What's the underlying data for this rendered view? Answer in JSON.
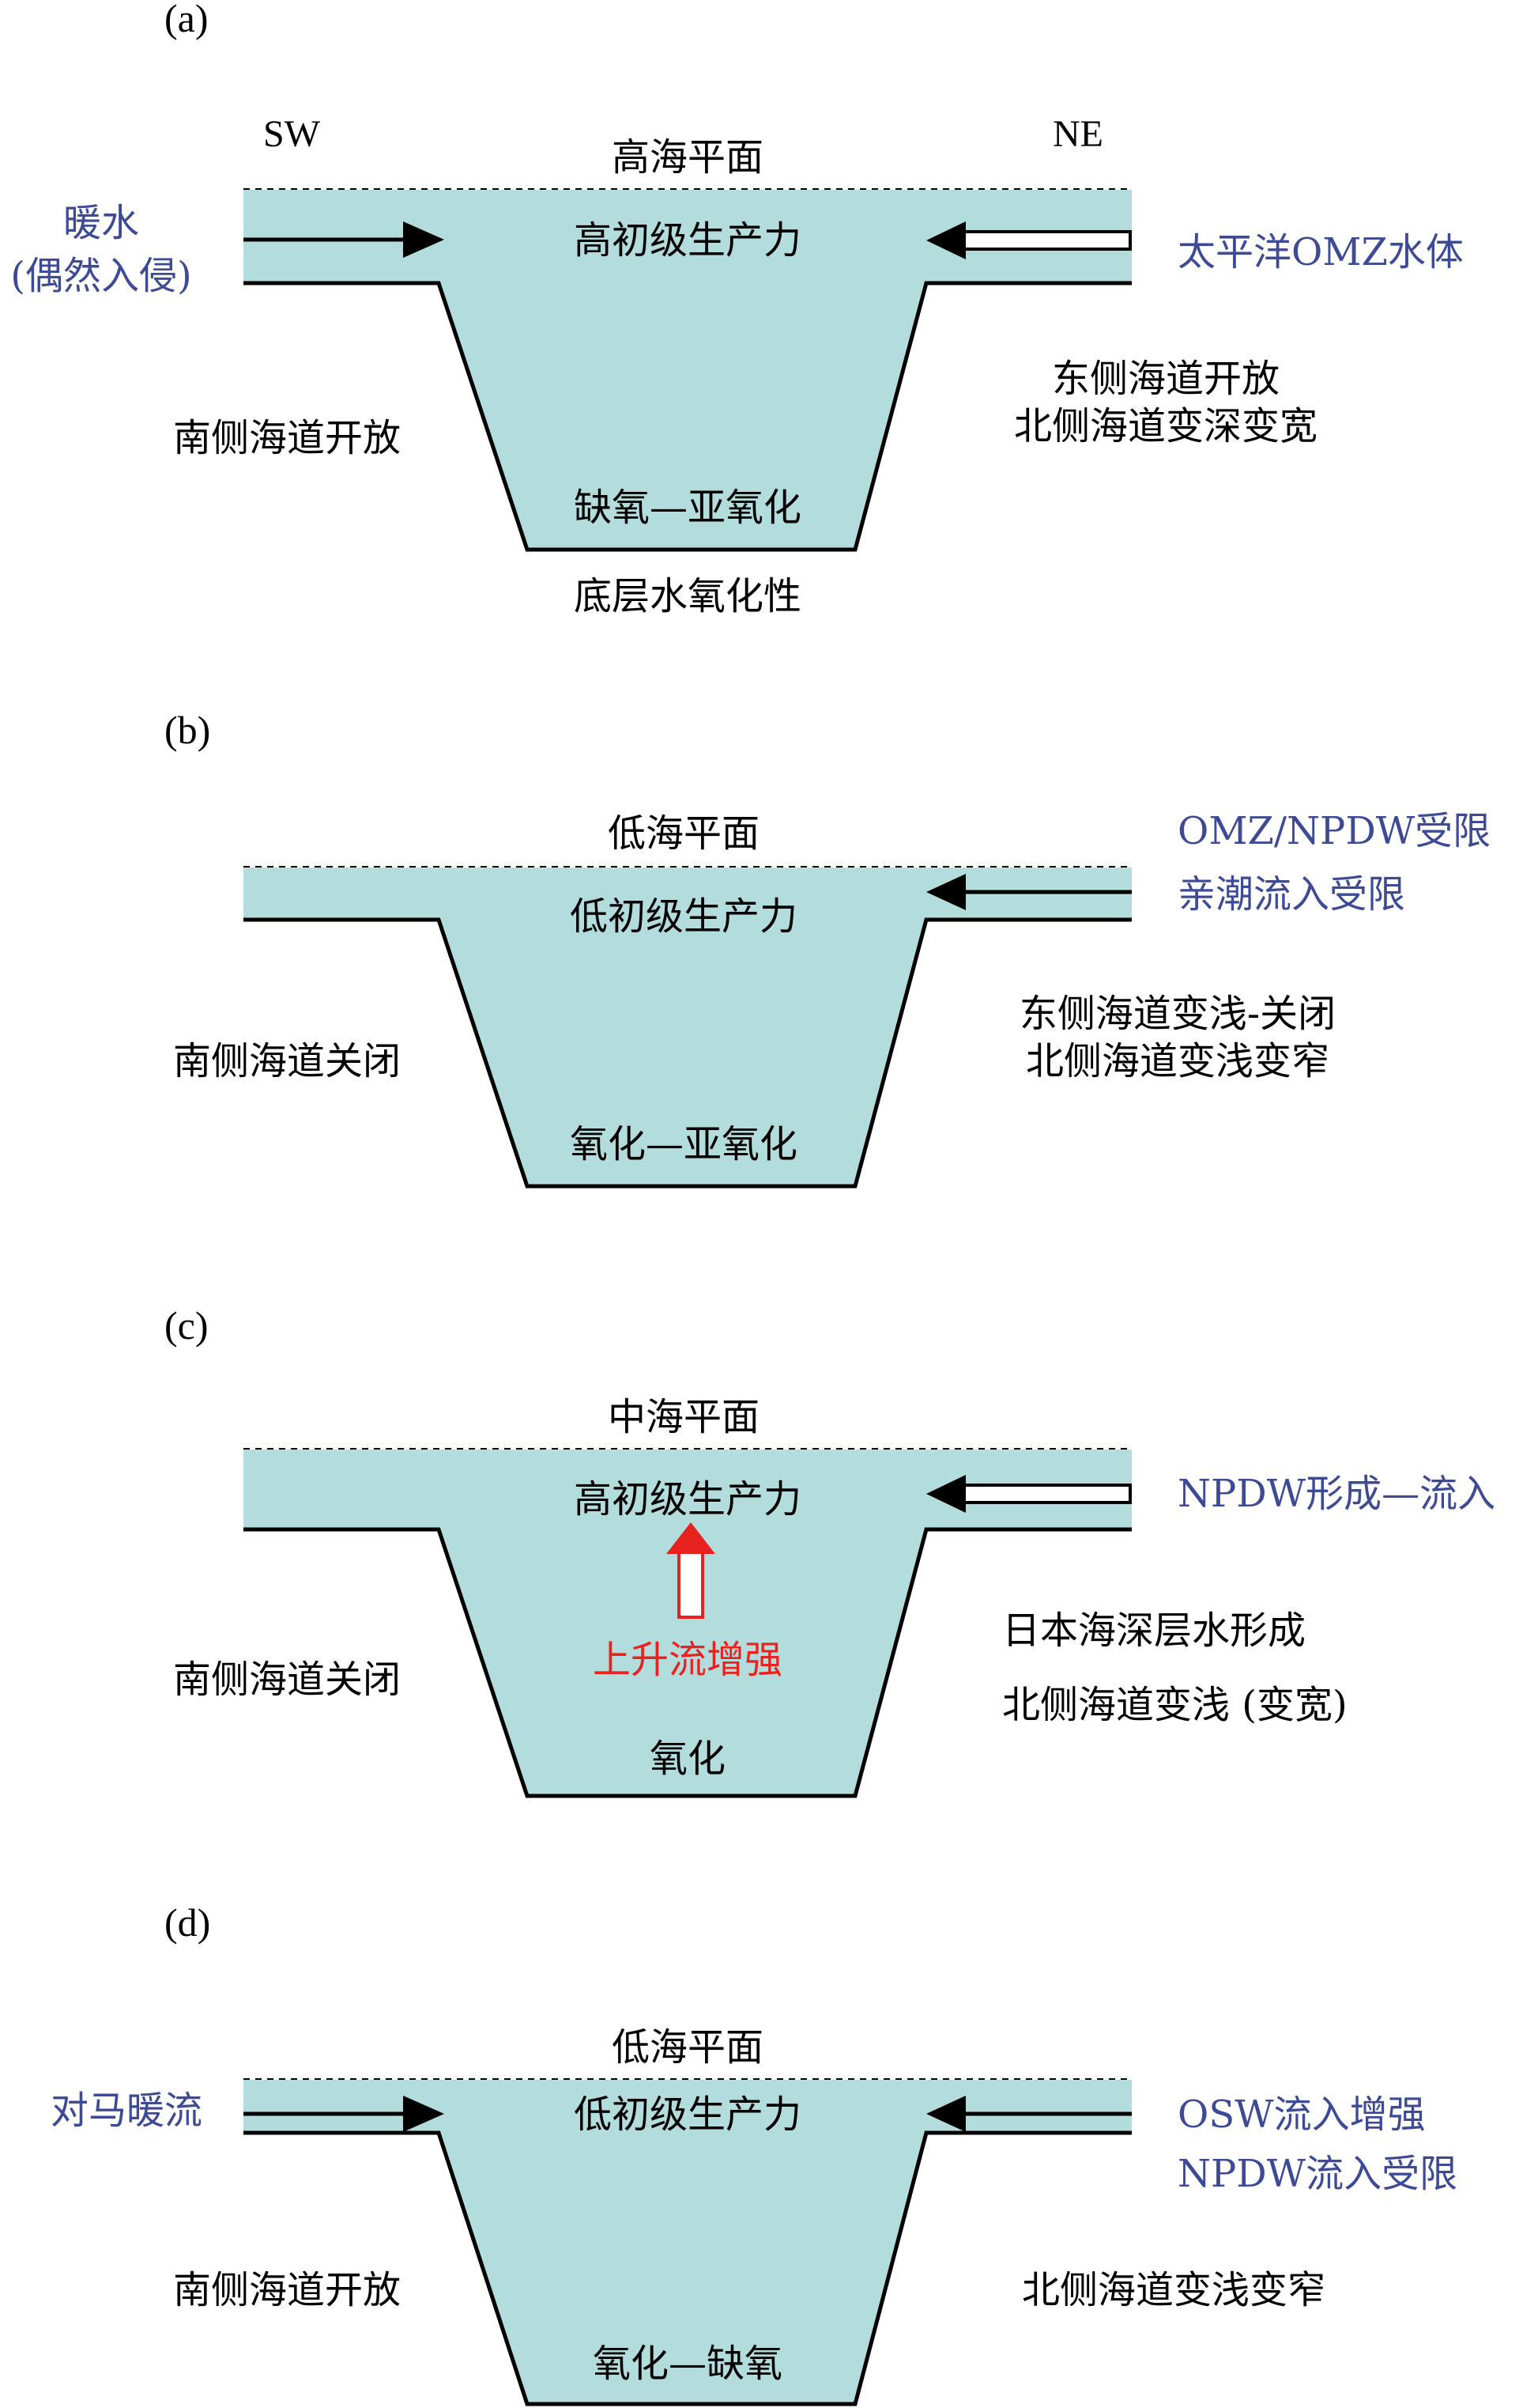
{
  "colors": {
    "water": "#b3dcdc",
    "ink": "#000000",
    "blue_text": "#3d4a96",
    "red": "#e8231f"
  },
  "directions": {
    "left": "SW",
    "right": "NE"
  },
  "panels": [
    {
      "letter": "(a)",
      "sea_level": "高海平面",
      "productivity": "高初级生产力",
      "basin_state": "缺氧—亚氧化",
      "bottom_note": "底层水氧化性",
      "left_inflow": [
        "暖水",
        "(偶然入侵)"
      ],
      "right_inflow": [
        "太平洋OMZ水体"
      ],
      "left_channel": "南侧海道开放",
      "right_channel": [
        "东侧海道开放",
        "北侧海道变深变宽"
      ]
    },
    {
      "letter": "(b)",
      "sea_level": "低海平面",
      "productivity": "低初级生产力",
      "basin_state": "氧化—亚氧化",
      "right_inflow": [
        "OMZ/NPDW受限",
        "亲潮流入受限"
      ],
      "left_channel": "南侧海道关闭",
      "right_channel": [
        "东侧海道变浅-关闭",
        "北侧海道变浅变窄"
      ]
    },
    {
      "letter": "(c)",
      "sea_level": "中海平面",
      "productivity": "高初级生产力",
      "basin_state": "氧化",
      "upwelling": "上升流增强",
      "right_inflow": [
        "NPDW形成—流入"
      ],
      "left_channel": "南侧海道关闭",
      "right_channel": [
        "日本海深层水形成",
        "北侧海道变浅 (变宽)"
      ]
    },
    {
      "letter": "(d)",
      "sea_level": "低海平面",
      "productivity": "低初级生产力",
      "basin_state": "氧化—缺氧",
      "left_inflow": [
        "对马暖流"
      ],
      "right_inflow": [
        "OSW流入增强",
        "NPDW流入受限"
      ],
      "left_channel": "南侧海道开放",
      "right_channel": [
        "北侧海道变浅变窄"
      ]
    }
  ]
}
